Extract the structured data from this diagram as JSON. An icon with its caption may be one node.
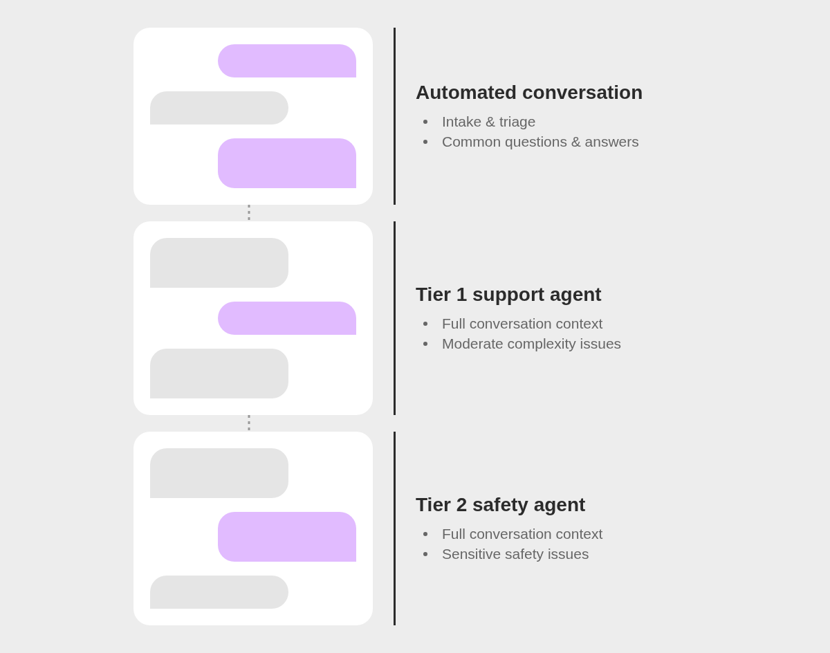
{
  "diagram": {
    "nodes": [
      {
        "text": [],
        "shape": "box",
        "beside": [
          "Automated conversation",
          "Intake & triage",
          "Common questions & answers"
        ]
      },
      {
        "text": [],
        "shape": "bubble",
        "in": 0
      },
      {
        "text": [],
        "shape": "bubble",
        "in": 0
      },
      {
        "text": [],
        "shape": "bubble",
        "in": 0
      },
      {
        "text": [],
        "shape": "box",
        "beside": [
          "Tier 1 support agent",
          "Full conversation context",
          "Moderate complexity issues"
        ]
      },
      {
        "text": [],
        "shape": "bubble",
        "in": 4
      },
      {
        "text": [],
        "shape": "bubble",
        "in": 4
      },
      {
        "text": [],
        "shape": "bubble",
        "in": 4
      },
      {
        "text": [],
        "shape": "box",
        "beside": [
          "Tier 2 safety agent",
          "Full conversation context",
          "Sensitive safety issues"
        ]
      },
      {
        "text": [],
        "shape": "bubble",
        "in": 8
      },
      {
        "text": [],
        "shape": "bubble",
        "in": 8
      },
      {
        "text": [],
        "shape": "bubble",
        "in": 8
      }
    ],
    "edges": [
      {
        "from": 0,
        "to": 4,
        "arrow": "none",
        "style": "dashed"
      },
      {
        "from": 4,
        "to": 8,
        "arrow": "none",
        "style": "dashed"
      }
    ]
  }
}
